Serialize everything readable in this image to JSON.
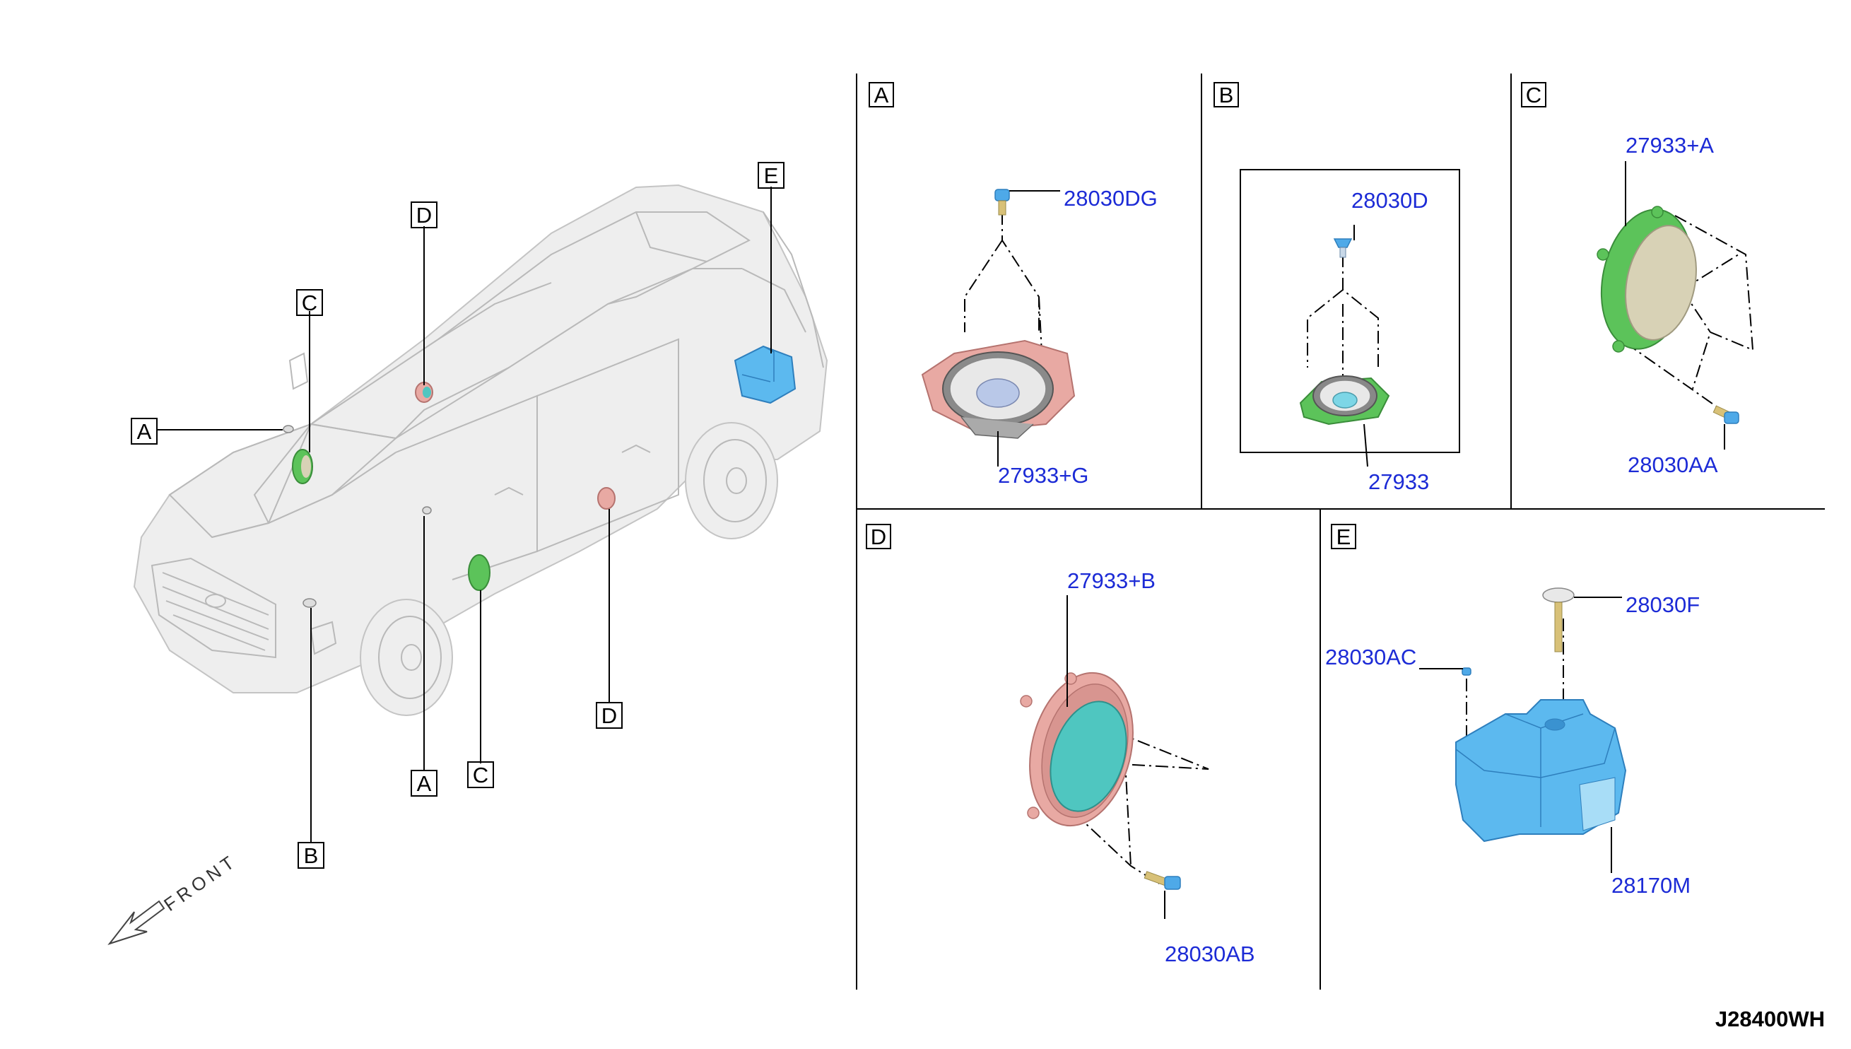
{
  "diagram_code": "J28400WH",
  "front_label": "FRONT",
  "overview_labels": {
    "a_left": "A",
    "a_bottom": "A",
    "b_bottom": "B",
    "c_top": "C",
    "c_bottom": "C",
    "d_top": "D",
    "d_bottom": "D",
    "e_top": "E"
  },
  "panels": {
    "A": {
      "label": "A",
      "parts": [
        "28030DG",
        "27933+G"
      ]
    },
    "B": {
      "label": "B",
      "parts": [
        "28030D",
        "27933"
      ]
    },
    "C": {
      "label": "C",
      "parts": [
        "27933+A",
        "28030AA"
      ]
    },
    "D": {
      "label": "D",
      "parts": [
        "27933+B",
        "28030AB"
      ]
    },
    "E": {
      "label": "E",
      "parts": [
        "28030F",
        "28030AC",
        "28170M"
      ]
    }
  },
  "colors": {
    "part_label": "#1c2bd6",
    "speaker_pink": "#e8a9a3",
    "speaker_green": "#5cc35a",
    "speaker_teal": "#4fc6c0",
    "amp_blue": "#5cb9ef",
    "bolt_blue": "#4ea9e8",
    "cone_beige": "#d8d2b6"
  }
}
